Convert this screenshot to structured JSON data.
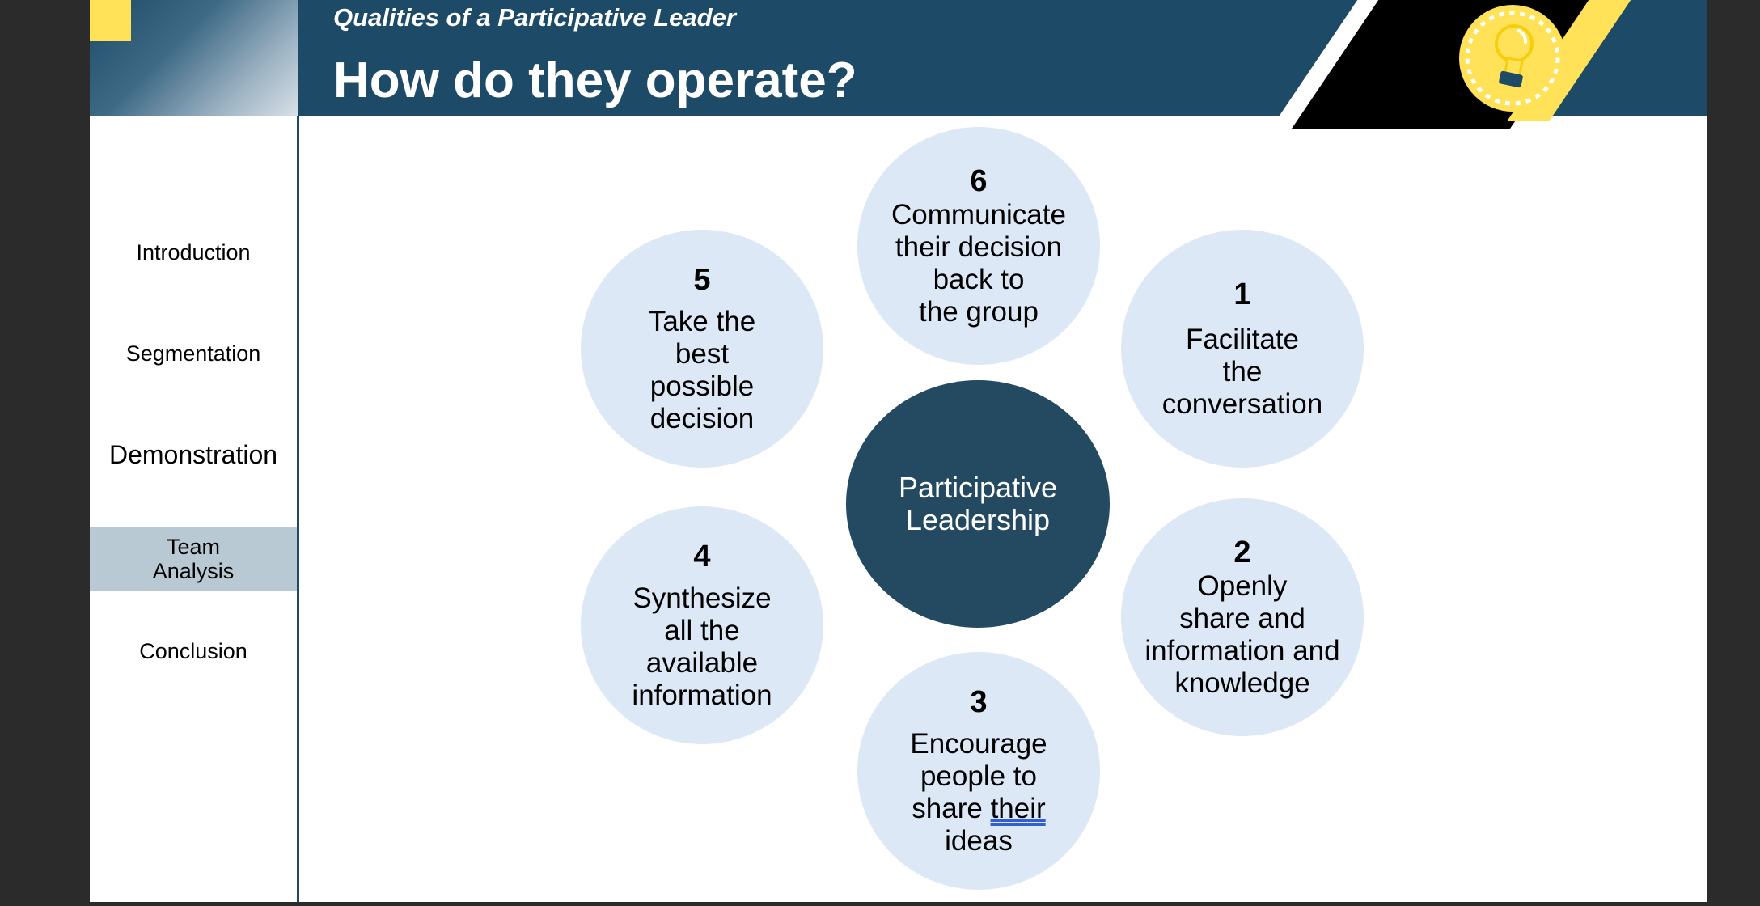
{
  "header": {
    "subtitle": "Qualities of a Participative Leader",
    "title": "How do they operate?"
  },
  "sidebar": {
    "items": [
      {
        "label": "Introduction",
        "active": false
      },
      {
        "label": "Segmentation",
        "active": false
      },
      {
        "label": "Demonstration",
        "active": false
      },
      {
        "label": "Team\nAnalysis",
        "active": true
      },
      {
        "label": "Conclusion",
        "active": false
      }
    ]
  },
  "diagram": {
    "center": "Participative\nLeadership",
    "steps": [
      {
        "num": "1",
        "text": "Facilitate\nthe\nconversation"
      },
      {
        "num": "2",
        "text": "Openly\nshare and\ninformation and\nknowledge"
      },
      {
        "num": "3",
        "text_before": "Encourage\npeople to\nshare ",
        "text_underlined": "their",
        "text_after": "\nideas"
      },
      {
        "num": "4",
        "text": "Synthesize\nall the\navailable\ninformation"
      },
      {
        "num": "5",
        "text": "Take the\nbest\npossible\ndecision"
      },
      {
        "num": "6",
        "text": "Communicate\ntheir decision\nback to\nthe group"
      }
    ]
  },
  "colors": {
    "header": "#1d4a66",
    "accent_yellow": "#ffe258",
    "circle_fill": "#dce8f5",
    "center_fill": "#244a62",
    "active_nav": "#b8c9d4"
  },
  "icons": {
    "badge": "lightbulb-icon"
  }
}
